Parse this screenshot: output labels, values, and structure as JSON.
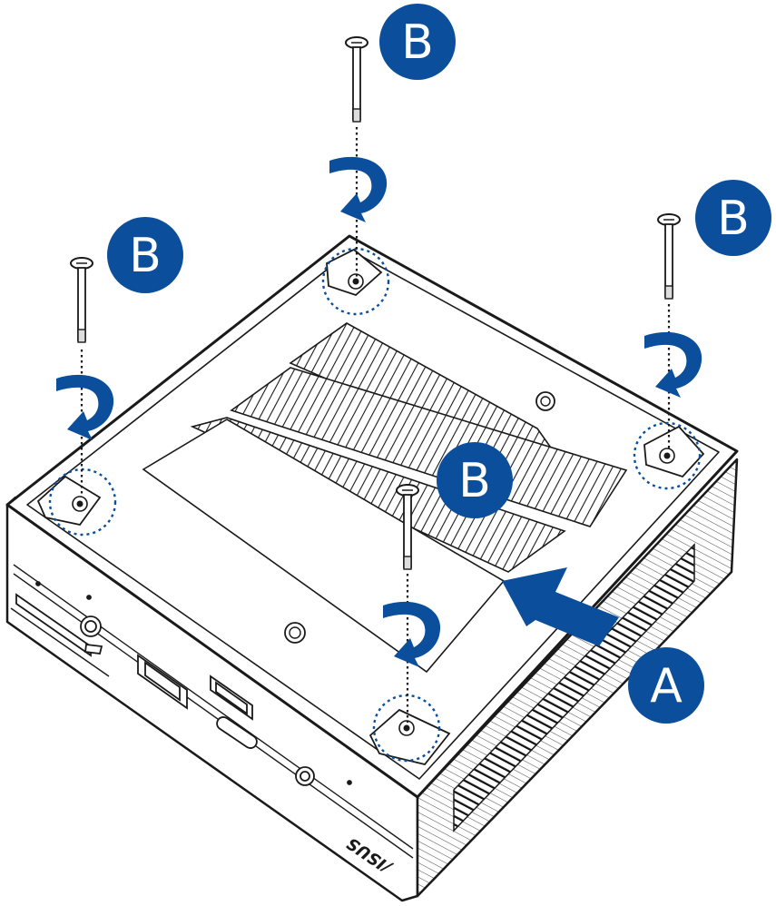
{
  "callouts": {
    "a": "A",
    "b": "B"
  },
  "brand_mark": "/ISUS",
  "colors": {
    "accent": "#0b4f9c",
    "line": "#1a1a1a",
    "background": "#ffffff"
  },
  "icons": [
    "screw-icon",
    "rotate-arrow-icon",
    "slide-arrow-icon",
    "screw-hole-highlight"
  ]
}
